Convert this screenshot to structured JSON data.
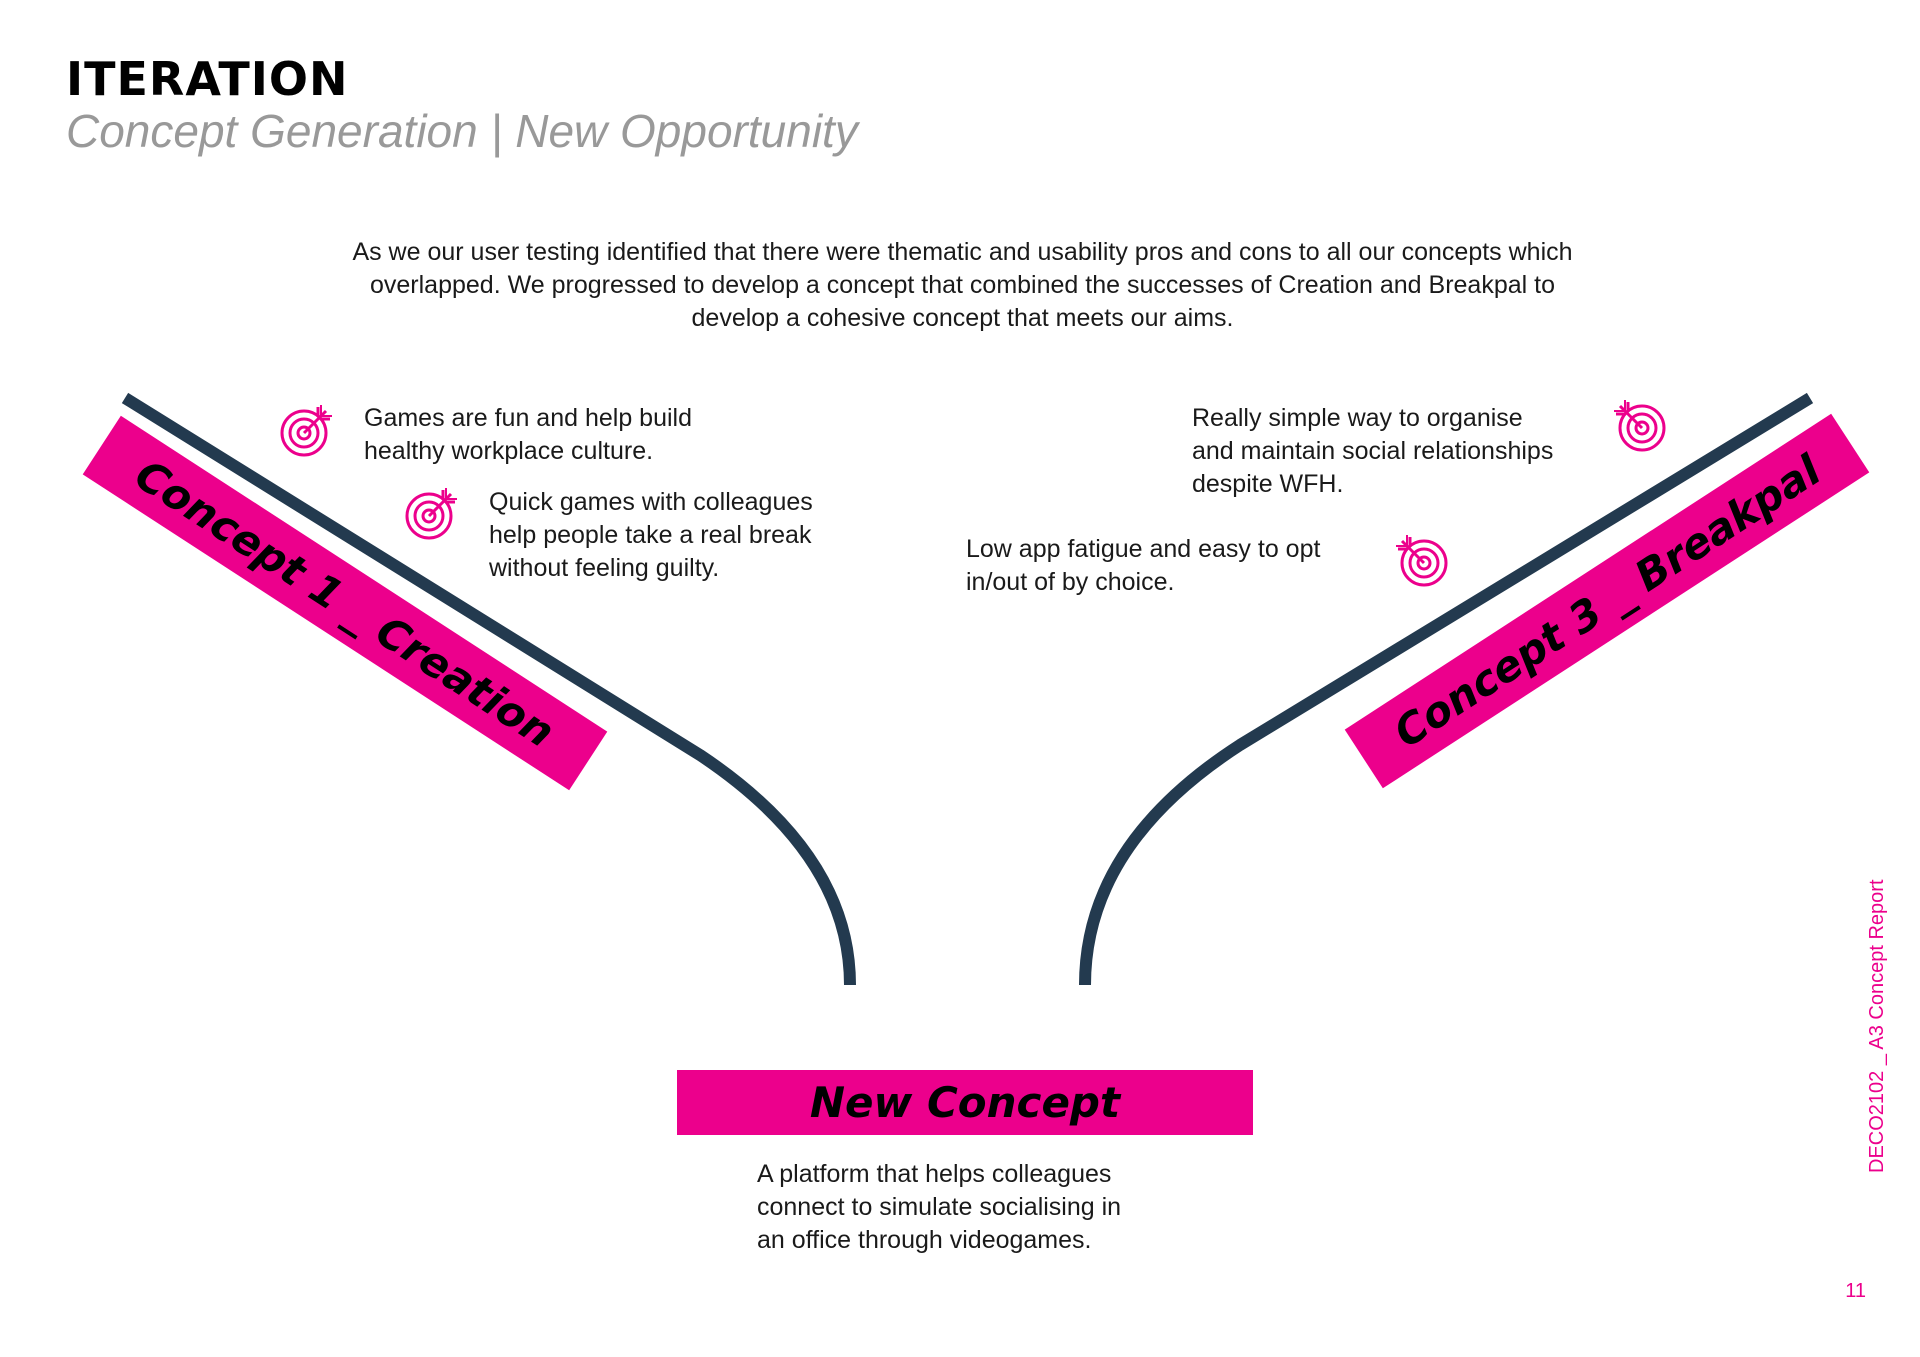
{
  "header": {
    "title": "ITERATION",
    "subtitle": "Concept Generation | New Opportunity"
  },
  "intro": {
    "text": "As we our user testing identified that there were thematic and usability pros and cons to all our concepts which overlapped. We progressed to develop a concept that combined the successes of Creation and Breakpal to develop a cohesive concept that meets our aims."
  },
  "concepts": {
    "left": {
      "label": "Concept 1 _ Creation",
      "notes": [
        "Games are fun and help build\nhealthy workplace culture.",
        "Quick games with colleagues\nhelp people take a real break\nwithout feeling guilty."
      ]
    },
    "right": {
      "label": "Concept 3 _ Breakpal",
      "notes": [
        "Really simple way to organise\nand maintain social relationships\ndespite WFH.",
        "Low app fatigue and easy to opt\nin/out of by choice."
      ]
    },
    "center": {
      "label": "New Concept",
      "description": "A platform that helps colleagues\nconnect to simulate socialising in\nan office through videogames."
    }
  },
  "footer": {
    "side_label": "DECO2102 _ A3 Concept Report",
    "page_number": "11"
  },
  "colors": {
    "accent": "#ec008c",
    "line": "#233a4f",
    "text": "#1a1a1a",
    "subtitle": "#999999"
  },
  "icons": {
    "note_icon": "target-arrow-icon"
  }
}
